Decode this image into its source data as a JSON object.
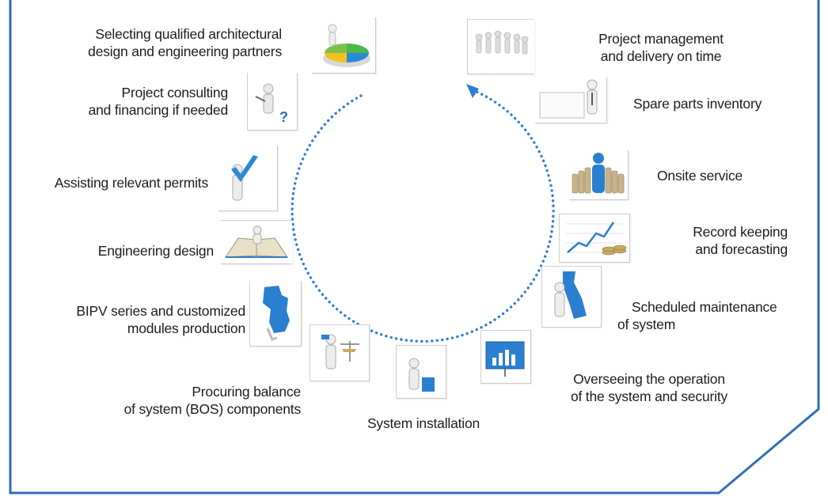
{
  "steps": {
    "partners": {
      "lines": [
        "Selecting qualified architectural",
        "design and engineering partners"
      ],
      "icon": "pie-chart-figure-icon"
    },
    "consulting": {
      "lines": [
        "Project consulting",
        "and financing if needed"
      ],
      "icon": "question-figure-icon"
    },
    "permits": {
      "lines": [
        "Assisting relevant permits"
      ],
      "icon": "checkmark-figure-icon"
    },
    "design": {
      "lines": [
        "Engineering design"
      ],
      "icon": "open-book-figure-icon"
    },
    "production": {
      "lines": [
        "BIPV series and customized",
        "modules production"
      ],
      "icon": "puzzle-figure-icon"
    },
    "procuring": {
      "lines": [
        "Procuring balance",
        "of system (BOS) components"
      ],
      "icon": "scales-figure-icon"
    },
    "installation": {
      "lines": [
        "System installation"
      ],
      "icon": "figure-with-box-icon"
    },
    "overseeing": {
      "lines": [
        "Overseeing the operation",
        "of the system and security"
      ],
      "icon": "monitor-chart-icon"
    },
    "maintenance": {
      "lines": [
        "Scheduled maintenance",
        "of system"
      ],
      "icon": "tool-figure-icon"
    },
    "records": {
      "lines": [
        "Record keeping",
        "and forecasting"
      ],
      "icon": "growth-chart-icon"
    },
    "onsite": {
      "lines": [
        "Onsite service"
      ],
      "icon": "team-leader-icon"
    },
    "spare": {
      "lines": [
        "Spare parts inventory"
      ],
      "icon": "presentation-board-icon"
    },
    "management": {
      "lines": [
        "Project management",
        "and delivery on time"
      ],
      "icon": "team-circle-icon"
    }
  },
  "colors": {
    "frame": "#2f6fb4",
    "cycle_arrow": "#2f7fd0",
    "accent_blue": "#2a8ad8",
    "figure_white": "#f2f2f2"
  }
}
